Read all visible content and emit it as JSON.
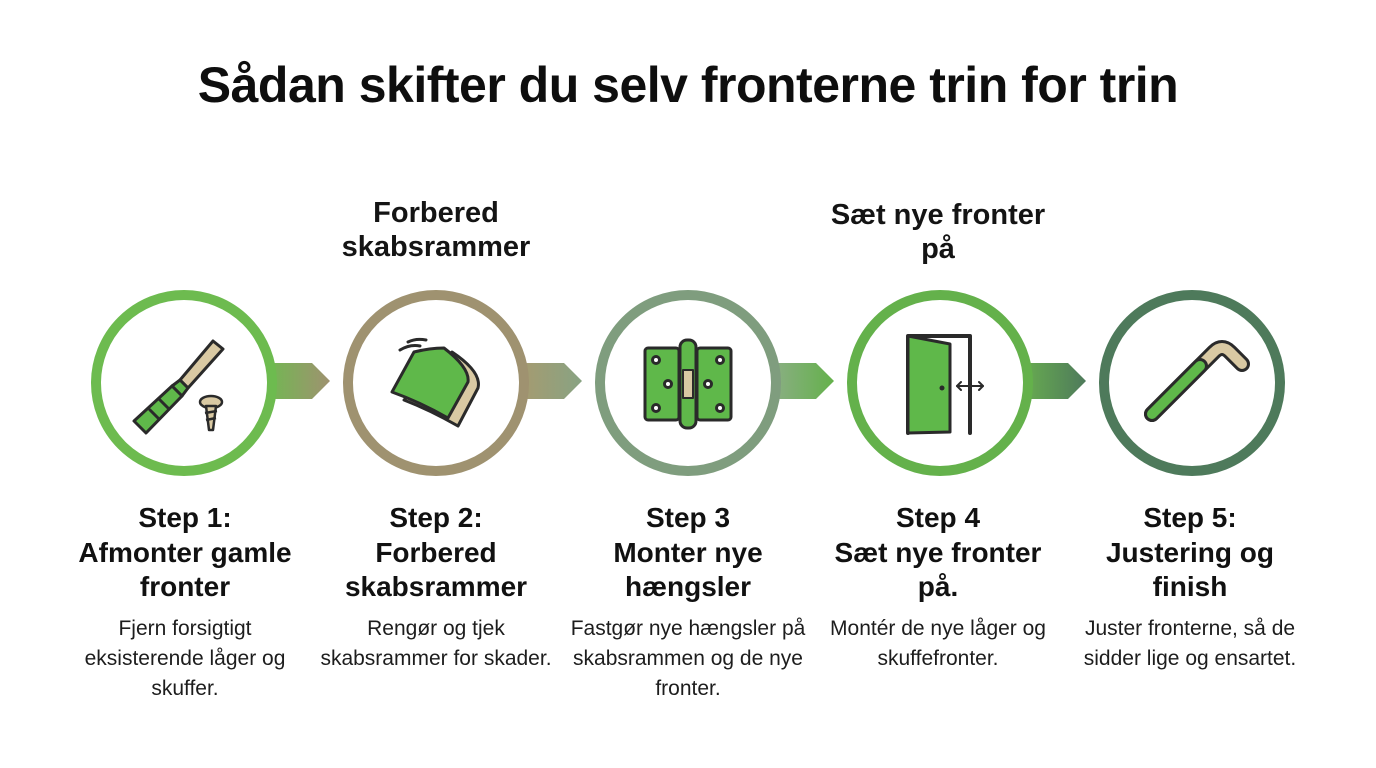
{
  "title": "Sådan skifter du selv fronterne trin for trin",
  "top_labels": {
    "step2": "Forbered skabsrammer",
    "step4": "Sæt nye fronter på"
  },
  "colors": {
    "green_bright": "#6dbb4f",
    "khaki": "#9f9270",
    "sage": "#7f9d7e",
    "green_mid": "#64b14b",
    "green_dark": "#4e7a5b",
    "icon_fill": "#5fb84a",
    "icon_stroke": "#2a2a2a"
  },
  "steps": [
    {
      "title": "Step 1:",
      "subtitle": "Afmonter gamle fronter",
      "description": "Fjern forsigtigt eksisterende låger og skuffer.",
      "icon": "screwdriver-icon"
    },
    {
      "title": "Step 2:",
      "subtitle": "Forbered skabsrammer",
      "description": "Rengør og tjek skabsrammer for skader.",
      "icon": "cleaning-cloth-icon"
    },
    {
      "title": "Step 3",
      "subtitle": "Monter nye hængsler",
      "description": "Fastgør nye hængsler på skabsrammen og de nye fronter.",
      "icon": "hinge-icon"
    },
    {
      "title": "Step 4",
      "subtitle": "Sæt nye fronter på.",
      "description": "Montér de nye låger og skuffefronter.",
      "icon": "open-door-icon"
    },
    {
      "title": "Step 5:",
      "subtitle": "Justering og finish",
      "description": "Juster fronterne, så de sidder lige og ensartet.",
      "icon": "allen-key-icon"
    }
  ]
}
